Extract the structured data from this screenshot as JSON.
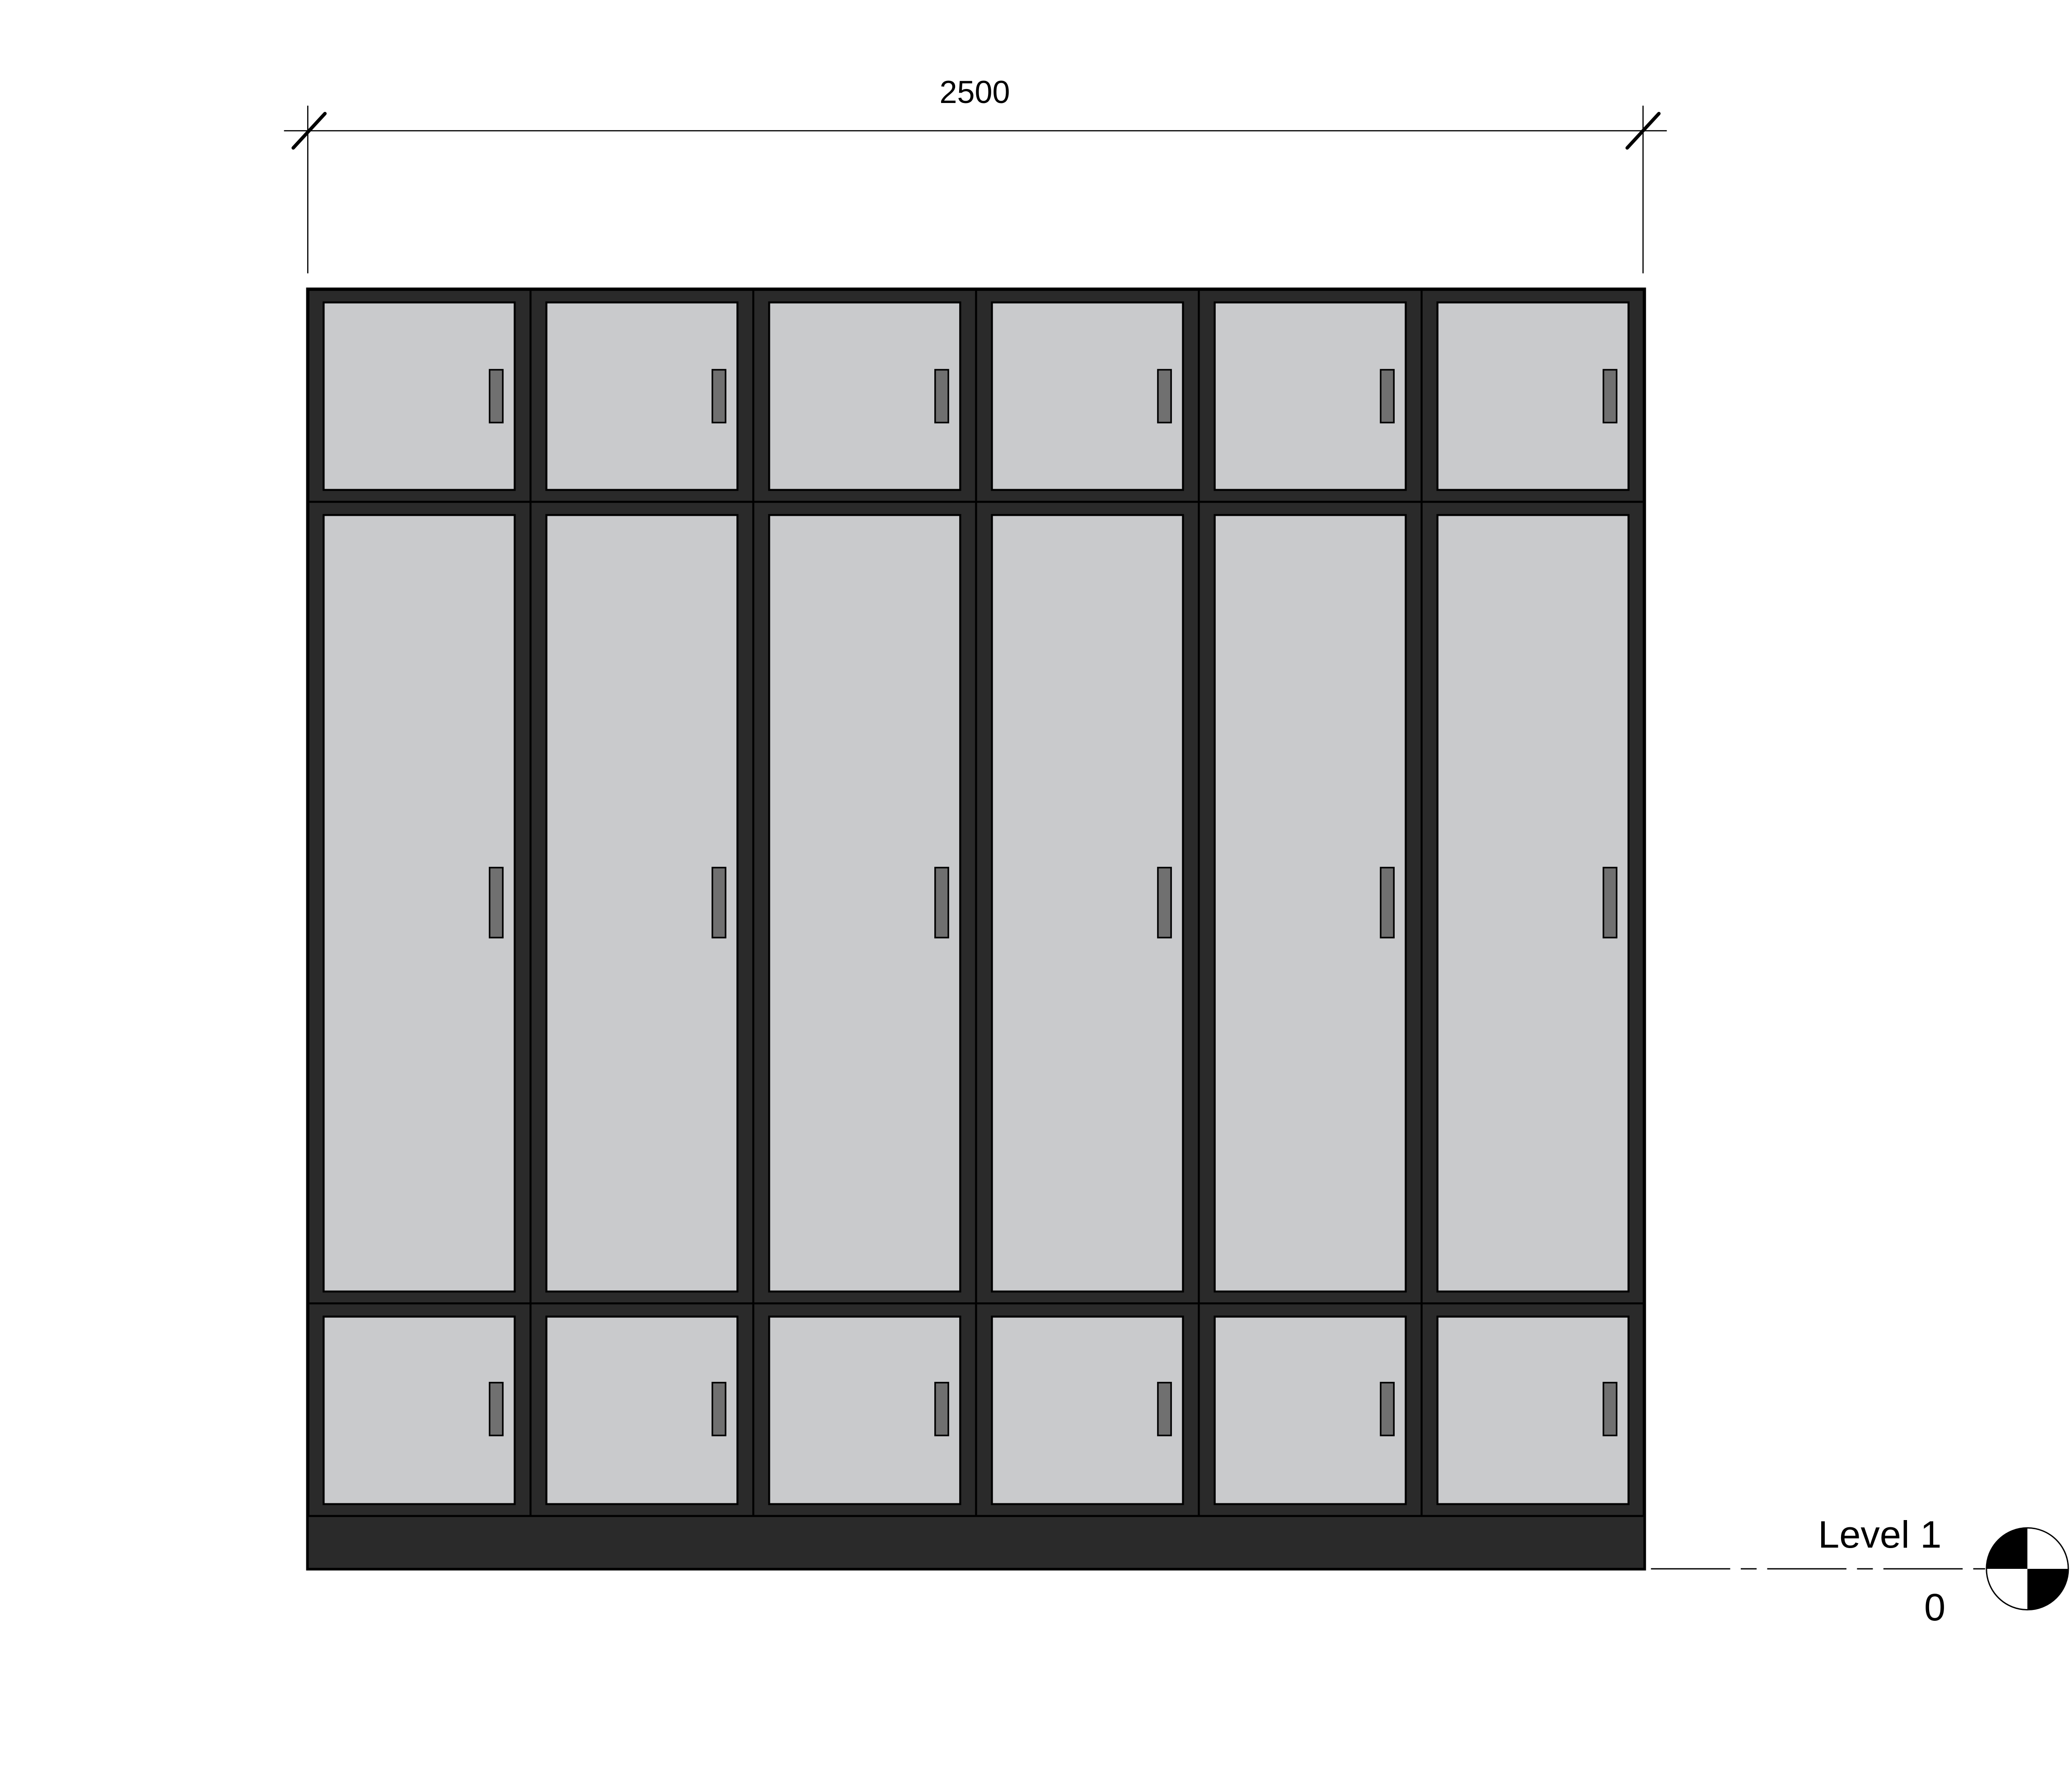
{
  "dimension": {
    "label": "2500"
  },
  "level": {
    "name": "Level 1",
    "elevation": "0"
  },
  "cabinet": {
    "columns": 6,
    "rows": [
      "top",
      "middle",
      "bottom"
    ],
    "has_plinth": true
  },
  "colors": {
    "frame": "#2a2a2a",
    "door": "#c9cacc",
    "handle": "#707070",
    "line": "#000000",
    "background": "#ffffff"
  }
}
